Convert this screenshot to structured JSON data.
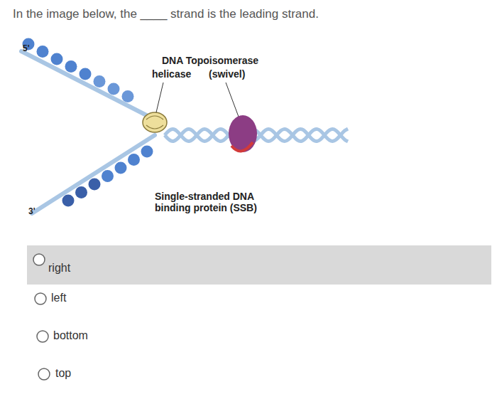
{
  "diagram": {
    "title": "In the image below, the ____ strand is the leading strand.",
    "nodes": [
      {
        "text": [
          "right"
        ]
      }
    ],
    "labels": [
      "5'",
      "3'",
      "DNA Topoisomerase",
      "helicase",
      "(swivel)",
      "Single-stranded DNA binding protein (SSB)",
      "left",
      "bottom",
      "top"
    ]
  }
}
